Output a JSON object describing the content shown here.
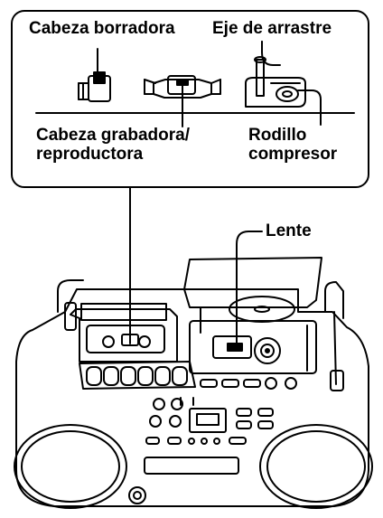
{
  "labels": {
    "erase_head": "Cabeza borradora",
    "capstan": "Eje de arrastre",
    "record_head_line1": "Cabeza grabadora/",
    "record_head_line2": "reproductora",
    "pinch_roller_line1": "Rodillo",
    "pinch_roller_line2": "compresor",
    "lens": "Lente"
  }
}
